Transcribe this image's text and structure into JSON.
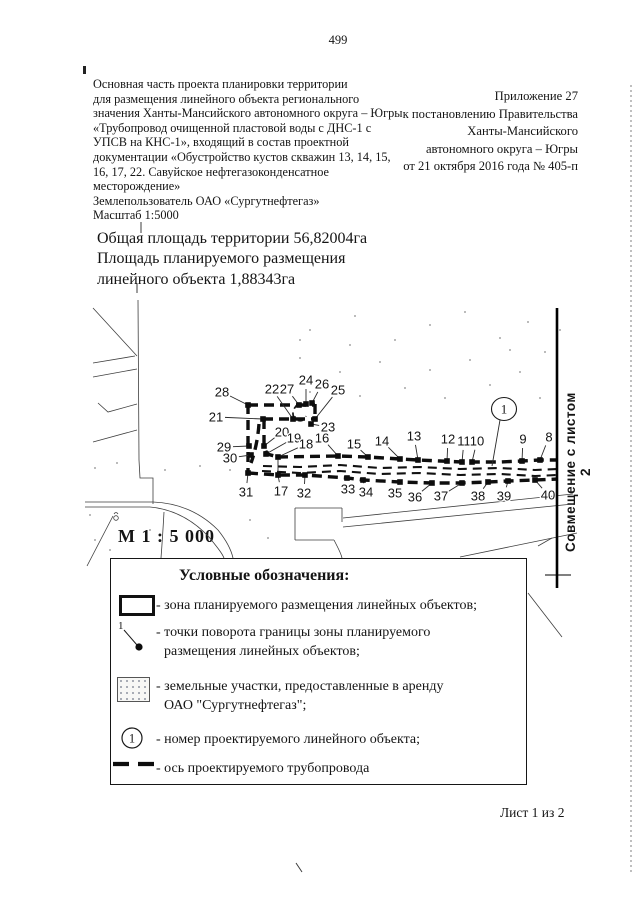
{
  "page": {
    "number": "499",
    "sheet": "Лист 1 из 2"
  },
  "header": {
    "project_text": "Основная часть проекта планировки территории\nдля размещения линейного объекта регионального\nзначения Ханты-Мансийского автономного округа – Югры\n«Трубопровод очищенной пластовой воды с ДНС-1 с\nУПСВ на КНС-1», входящий в состав проектной\nдокументации «Обустройство кустов скважин 13, 14, 15,\n16, 17, 22. Савуйское нефтегазоконденсатное\nместорождение»\nЗемлепользователь ОАО «Сургутнефтегаз»\nМасштаб 1:5000",
    "appendix_text": "Приложение 27\nк постановлению Правительства\nХанты-Мансийского\nавтономного округа – Югры\nот 21 октября 2016 года № 405-п"
  },
  "area": {
    "text": "Общая площадь территории 56,82004га\nПлощадь планируемого размещения\nлинейного объекта 1,88343га"
  },
  "map": {
    "scale": "М 1 : 5 000",
    "match_line": "Совмещение с листом 2",
    "object_number": "1",
    "points": [
      {
        "n": "28",
        "l": [
          222,
          392
        ],
        "m": [
          248,
          405
        ]
      },
      {
        "n": "21",
        "l": [
          216,
          417
        ],
        "m": [
          263,
          419
        ]
      },
      {
        "n": "29",
        "l": [
          224,
          447
        ],
        "m": [
          249,
          446
        ]
      },
      {
        "n": "30",
        "l": [
          230,
          458
        ],
        "m": [
          251,
          455
        ]
      },
      {
        "n": "31",
        "l": [
          246,
          492
        ],
        "m": [
          248,
          473
        ]
      },
      {
        "n": "22",
        "l": [
          272,
          389
        ],
        "m": [
          293,
          419
        ]
      },
      {
        "n": "27",
        "l": [
          287,
          389
        ],
        "m": [
          299,
          405
        ]
      },
      {
        "n": "24",
        "l": [
          306,
          380
        ],
        "m": [
          306,
          404
        ]
      },
      {
        "n": "26",
        "l": [
          322,
          384
        ],
        "m": [
          312,
          403
        ]
      },
      {
        "n": "25",
        "l": [
          338,
          390
        ],
        "m": [
          315,
          419
        ]
      },
      {
        "n": "23",
        "l": [
          328,
          427
        ],
        "m": [
          311,
          424
        ]
      },
      {
        "n": "20",
        "l": [
          282,
          432
        ],
        "m": [
          264,
          446
        ]
      },
      {
        "n": "19",
        "l": [
          294,
          438
        ],
        "m": [
          266,
          454
        ]
      },
      {
        "n": "18",
        "l": [
          306,
          444
        ],
        "m": [
          278,
          457
        ]
      },
      {
        "n": "16",
        "l": [
          322,
          438
        ],
        "m": [
          338,
          456
        ]
      },
      {
        "n": "15",
        "l": [
          354,
          444
        ],
        "m": [
          368,
          457
        ]
      },
      {
        "n": "14",
        "l": [
          382,
          441
        ],
        "m": [
          400,
          459
        ]
      },
      {
        "n": "13",
        "l": [
          414,
          436
        ],
        "m": [
          418,
          460
        ]
      },
      {
        "n": "12",
        "l": [
          448,
          439
        ],
        "m": [
          447,
          461
        ]
      },
      {
        "n": "11",
        "l": [
          464,
          441
        ],
        "m": [
          462,
          462
        ]
      },
      {
        "n": "10",
        "l": [
          477,
          441
        ],
        "m": [
          472,
          462
        ]
      },
      {
        "n": "9",
        "l": [
          523,
          439
        ],
        "m": [
          522,
          461
        ]
      },
      {
        "n": "8",
        "l": [
          549,
          437
        ],
        "m": [
          540,
          460
        ]
      },
      {
        "n": "17",
        "l": [
          281,
          491
        ],
        "m": [
          278,
          475
        ]
      },
      {
        "n": "32",
        "l": [
          304,
          493
        ],
        "m": [
          305,
          475
        ]
      },
      {
        "n": "33",
        "l": [
          348,
          489
        ],
        "m": [
          347,
          478
        ]
      },
      {
        "n": "34",
        "l": [
          366,
          492
        ],
        "m": [
          363,
          480
        ]
      },
      {
        "n": "35",
        "l": [
          395,
          493
        ],
        "m": [
          400,
          482
        ]
      },
      {
        "n": "36",
        "l": [
          415,
          497
        ],
        "m": [
          432,
          483
        ]
      },
      {
        "n": "37",
        "l": [
          441,
          496
        ],
        "m": [
          462,
          483
        ]
      },
      {
        "n": "38",
        "l": [
          478,
          496
        ],
        "m": [
          488,
          482
        ]
      },
      {
        "n": "39",
        "l": [
          504,
          496
        ],
        "m": [
          508,
          481
        ]
      },
      {
        "n": "40",
        "l": [
          548,
          495
        ],
        "m": [
          535,
          480
        ]
      }
    ]
  },
  "legend": {
    "title": "Условные обозначения:",
    "items": [
      {
        "symbol": "zone-rectangle",
        "line1": "- зона планируемого размещения линейных объектов;",
        "line2": ""
      },
      {
        "symbol": "turning-point",
        "marker_label": "1",
        "line1": "- точки поворота границы зоны планируемого",
        "line2": "размещения линейных объектов;"
      },
      {
        "symbol": "leased-parcel",
        "line1": "- земельные участки, предоставленные в аренду",
        "line2": "ОАО \"Сургутнефтегаз\";"
      },
      {
        "symbol": "object-number",
        "marker_label": "1",
        "line1": "- номер проектируемого линейного объекта;",
        "line2": ""
      },
      {
        "symbol": "pipeline-axis",
        "line1": "- ось проектируемого трубопровода",
        "line2": ""
      }
    ]
  },
  "colors": {
    "ink": "#141414",
    "paper": "#ffffff"
  }
}
